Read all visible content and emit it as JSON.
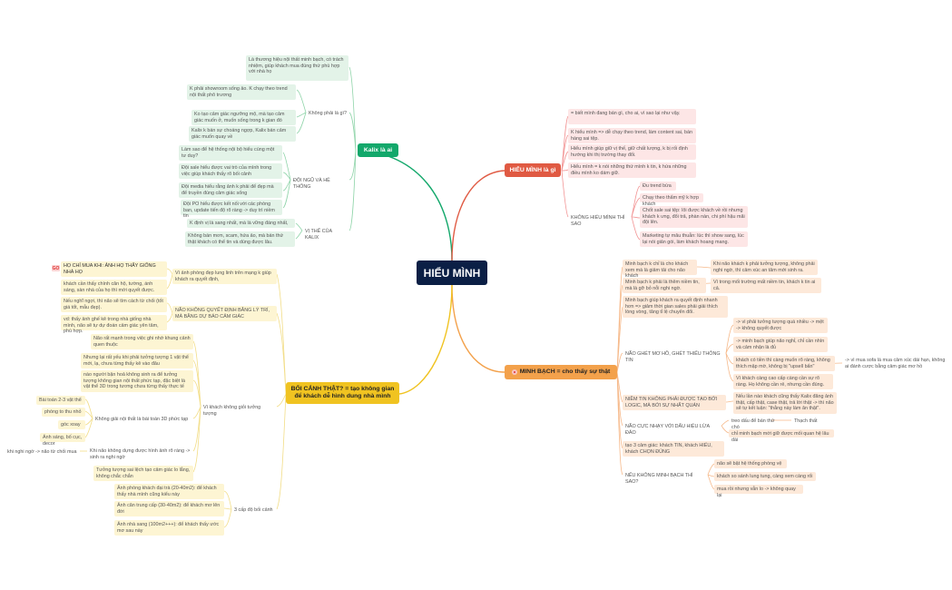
{
  "center": {
    "title": "HIỂU MÌNH"
  },
  "kalix": {
    "label": "Kalix là ai",
    "intro": "Là thương hiệu nội thất minh bạch, có trách nhiệm, giúp khách mua đúng thứ phù hợp với nhà họ",
    "not_group": {
      "label": "Không phải là gì?",
      "items": [
        "K phải showroom sống ảo. K chạy theo trend nội thất phô trương",
        "Ko tạo cảm giác ngưỡng mộ, mà tạo cảm giác muốn ở, muốn sống trong k gian đó",
        "Kalix k bán sự choáng ngợp, Kalix bán cảm giác muốn quay về"
      ]
    },
    "team_group": {
      "label": "ĐỘI NGŨ VÀ HỆ THỐNG",
      "items": [
        "Làm sao để hệ thống nội bộ hiểu cùng một tư duy?",
        "Đội sale hiểu được vai trò của mình trong việc giúp khách thấy rõ bối cảnh",
        "Đội media hiểu rằng ảnh k phải để đẹp mà để truyền đúng cảm giác sống",
        "Đội PO hiểu được kết nối với các phòng ban, update tiến độ rõ ràng -> duy trì niềm tin"
      ]
    },
    "position_group": {
      "label": "VỊ THẾ CỦA KALIX",
      "items": [
        "K định vị là sang nhất, mà là vững đáng nhất,",
        "Không bán mơn, scam, hứa ảo, mà bán thứ thật khách có thể tin và dùng được lâu."
      ]
    }
  },
  "hieu": {
    "label": "HIỂU MÌNH là gì",
    "items": [
      "= biết mình đang bán gì, cho ai, vì sao lại như vậy.",
      "K hiểu mình => dễ chạy theo trend, làm content sai, bán hàng sai tệp.",
      "Hiểu mình giúp giữ vị thế, giữ chất lượng, k bị rối định hướng khi thị trường thay đổi.",
      "Hiểu mình = k nói những thứ mình k tin, k hứa những điều mình ko dám giữ."
    ],
    "danger": {
      "label": "KHÔNG HIỂU MÌNH THÌ SAO",
      "items": [
        "Đu trend bừa",
        "Chạy theo thẩm mỹ k hợp khách",
        "Chốt sale sai tệp: lôi được khách về rồi nhưng khách k ưng, đổi trả, phàn nàn, chi phí hậu mãi đội lên.",
        "Marketing tự mâu thuẫn: lúc thì show sang, lúc lại nói giản gói, làm khách hoang mang."
      ]
    }
  },
  "minhbach": {
    "label": "MINH BẠCH = cho thấy sự thật",
    "a": {
      "label": "Minh bạch k chỉ là cho khách xem mà là giảm tải cho não khách",
      "child": "Khi não khách k phải tưởng tượng, không phải nghi ngờ, thì cảm xúc an tâm mới sinh ra."
    },
    "b": {
      "label": "Minh bạch k phải là thêm niềm tin, mà là gỡ bỏ nỗi nghi ngờ.",
      "child": "Vì trong mối trường mất niềm tin, khách k tin ai cả."
    },
    "c": "Minh bạch giúp khách ra quyết định nhanh hơn => giảm thời gian sales phải giải thích lòng vòng, tăng tỉ lệ chuyển đổi.",
    "hate": {
      "label": "NÃO GHÉT MƠ HỒ, GHÉT THIẾU THÔNG TIN",
      "items": [
        "-> vì phải tưởng tượng quá nhiều -> mệt -> không quyết được",
        "-> minh bạch giúp não nghỉ, chỉ cần nhìn và cảm nhận là đủ",
        "khách có tiền thì càng muốn rõ ràng, không thích mập mờ, không bị \"upsell bẩn\"",
        "Vì khách càng cao cấp càng cần sự rõ ràng. Họ không cần rẻ, nhưng cần đúng."
      ],
      "side": "-> vì mua sofa là mua cảm xúc dài hạn, không ai đánh cược bằng cảm giác mơ hồ"
    },
    "trust": {
      "label": "NIỀM TIN KHÔNG PHẢI ĐƯỢC TẠO BỞI LOGIC, MÀ BỞI SỰ NHẤT QUÁN",
      "child": "Nếu lần nào khách cũng thấy Kalix đăng ảnh thật, cấp thật, case thật, trả lời thật -> thì não sẽ tự kết luận: \"thằng này làm ăn thật\"."
    },
    "signals": {
      "label": "NÃO CỰC NHẠY VỚI DẤU HIỆU LỪA ĐẢO",
      "items": [
        "treo dấu để bán thứ chó",
        "chỉ minh bạch mới giữ được mối quan hệ lâu dài"
      ],
      "sub": "Thạch thất"
    },
    "three": "tạo 3 cảm giác: khách TIN, khách HIỂU, khách CHỌN ĐÚNG",
    "no": {
      "label": "NẾU KHÔNG MINH BẠCH THÌ SAO?",
      "items": [
        "não sẽ bật hệ thống phòng vệ",
        "khách so sánh lung tung, càng xem càng rối",
        "mua rồi nhưng vẫn lo -> không quay lại"
      ]
    }
  },
  "context": {
    "label": "BỐI CẢNH THẬT? = tạo không gian để khách dễ hình dung nhà mình",
    "warn_badge": "GO",
    "g1": {
      "label": "Vì ảnh phòng đẹp lung linh trên mạng k giúp khách ra quyết định,",
      "items": [
        "HỌ CHỈ MUA KHI: ẢNH HỌ THẤY GIỐNG NHÀ HỌ",
        "khách cần thấy chính căn hộ, tường, ánh sáng, sàn nhà của họ thì mới quyết được."
      ]
    },
    "g2": {
      "label": "NÃO KHÔNG QUYẾT ĐỊNH BẰNG LÝ TRÍ, MÀ BẰNG DỰ BÁO CẢM GIÁC",
      "items": [
        "Nếu nghĩ ngợi, thì não sẽ tìm cách từ chối (tốt giá tốt, mẫu đẹp).",
        "vd: thấy ảnh ghế kê trong nhà giống nhà mình, não sẽ tự dự đoán cảm giác yên tâm, phù hợp."
      ]
    },
    "g3": {
      "label": "Vì khách không giỏi tưởng tượng",
      "items": [
        "Não rất mạnh trong việc ghi nhớ khung cảnh quen thuộc",
        "Nhưng lại rất yếu khi phải tưởng tượng 1 vật thể mới, lạ, chưa từng thấy kê vào đâu",
        "nào người bận hoả không sinh ra để tưởng tượng không gian nội thất phức tạp, đặc biệt là vật thể 3D trong tương chưa từng thấy thực tế"
      ],
      "fail": {
        "label": "Không giải nội thất là bài toán 3D phức tạp",
        "items": [
          "Bài toán 2-3 vật thể",
          "phòng to thu nhỏ",
          "góc xoay",
          "Ánh sáng, bố cục, decor"
        ]
      },
      "nopic": {
        "label": "Khi não không dựng được hình ảnh rõ ràng -> sinh ra nghi ngờ",
        "child": "khi nghi ngờ -> não từ chối mua"
      },
      "easy": "Tưởng tượng sai lệch tạo cảm giác lo lắng, không chắc chắn"
    },
    "g4": {
      "label": "3 cấp độ bối cảnh",
      "items": [
        "Ảnh phòng khách đại trà (20-40m2): để khách thấy nhà mình cũng kiểu này",
        "Ảnh căn trung cấp (30-40m2): để khách mơ lên đời",
        "Ảnh nhà sang (100m2+++): để khách thấy ước mơ sau này"
      ]
    }
  }
}
